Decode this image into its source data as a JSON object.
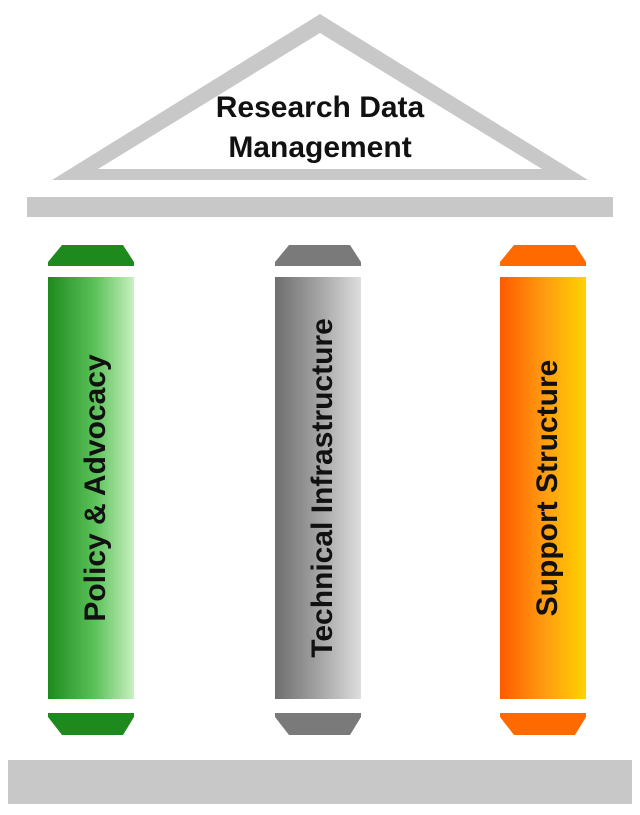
{
  "roof": {
    "title_line1": "Research Data",
    "title_line2": "Management"
  },
  "pillars": [
    {
      "label": "Policy & Advocacy",
      "color": "#1e8a1e",
      "light": "#c8f0c0"
    },
    {
      "label": "Technical Infrastructure",
      "color": "#7a7a7a",
      "light": "#d8d8d8"
    },
    {
      "label": "Support Structure",
      "color": "#ff6a00",
      "light": "#ffd200"
    }
  ],
  "structure_color": "#c8c8c8"
}
